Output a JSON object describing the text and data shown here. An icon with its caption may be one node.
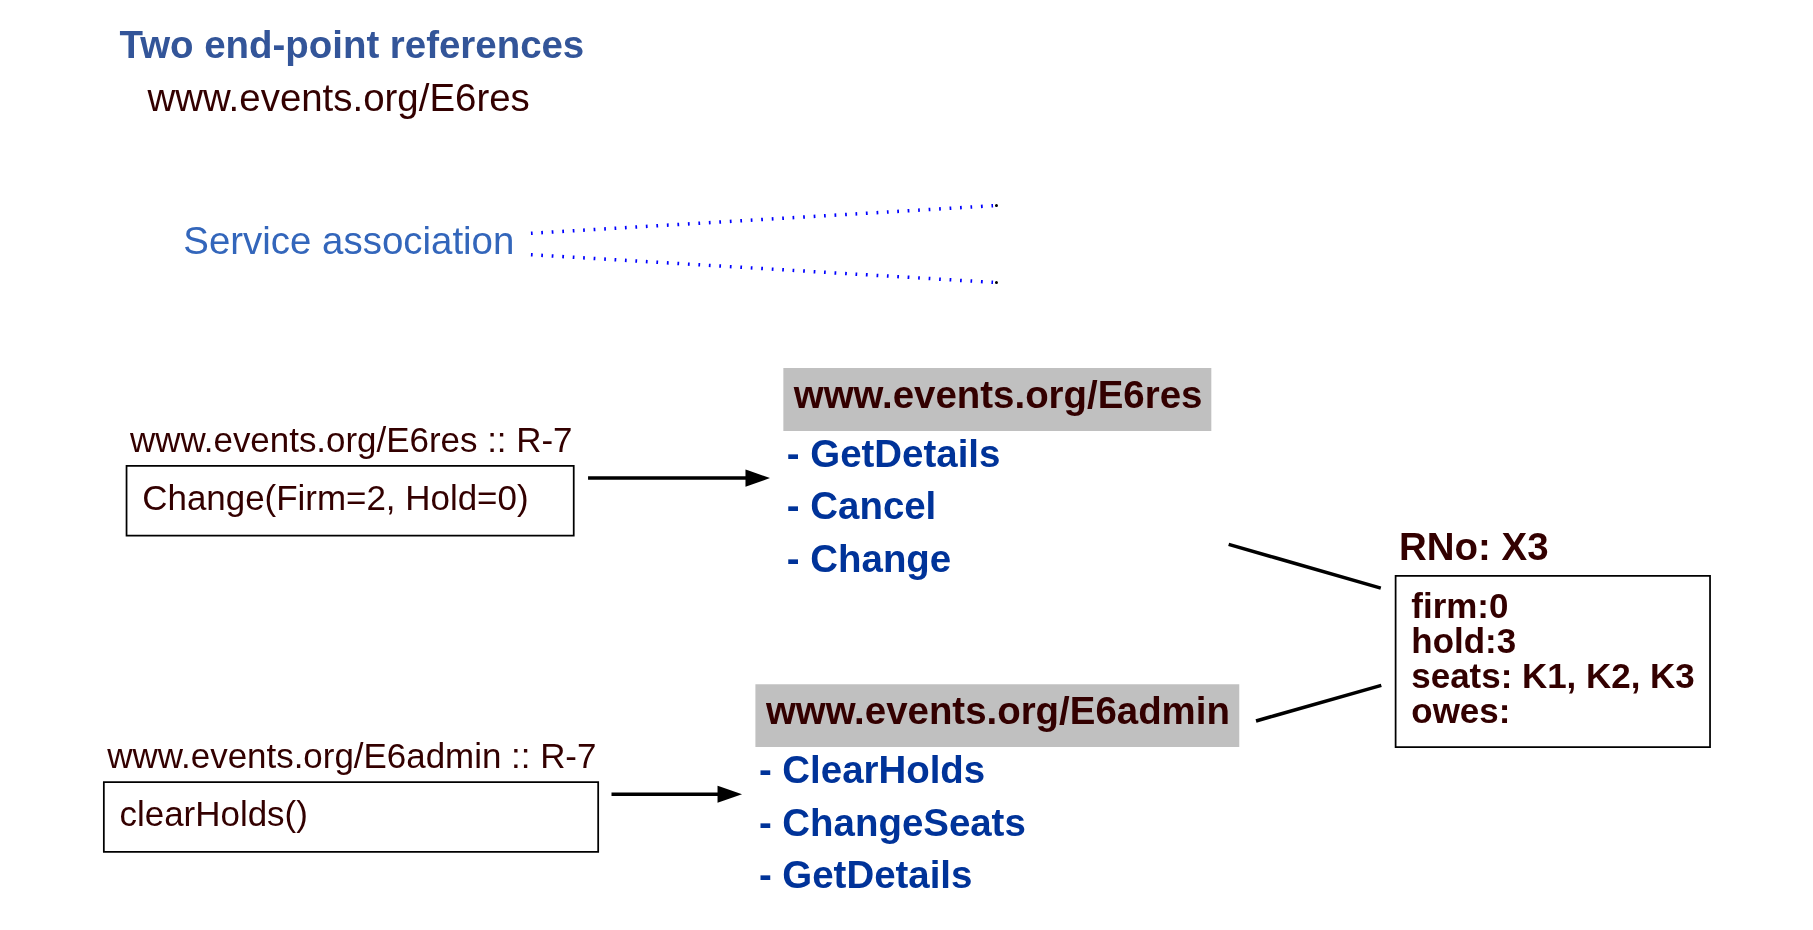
{
  "diagram": {
    "nodes": [
      {
        "text": [
          "www.events.org/E6res :: R-7",
          "Change(Firm=2, Hold=0)"
        ]
      },
      {
        "text": [
          "www.events.org/E6res"
        ],
        "beside": [
          "- GetDetails",
          "- Cancel",
          "- Change"
        ]
      },
      {
        "text": [
          "www.events.org/E6admin :: R-7",
          "clearHolds()"
        ]
      },
      {
        "text": [
          "www.events.org/E6admin"
        ],
        "beside": [
          "- ClearHolds",
          "- ChangeSeats",
          "- GetDetails"
        ]
      },
      {
        "text": [
          "RNo: X3",
          "firm:0",
          "hold:3",
          "seats: K1, K2, K3",
          "owes:"
        ]
      },
      {
        "text": [
          "Service association"
        ]
      }
    ],
    "edges": [
      {
        "from": 0,
        "to": 1,
        "arrow": "to"
      },
      {
        "from": 2,
        "to": 3,
        "arrow": "to"
      },
      {
        "from": 1,
        "to": 4,
        "arrow": "none"
      },
      {
        "from": 3,
        "to": 4,
        "arrow": "none"
      },
      {
        "from": 5,
        "to": null,
        "arrow": "none",
        "style": "dashed",
        "color": "#0000ff"
      },
      {
        "from": 5,
        "to": null,
        "arrow": "none",
        "style": "dashed",
        "color": "#0000ff"
      }
    ],
    "labels": [
      "Two end-point references",
      "www.events.org/E6res"
    ]
  }
}
